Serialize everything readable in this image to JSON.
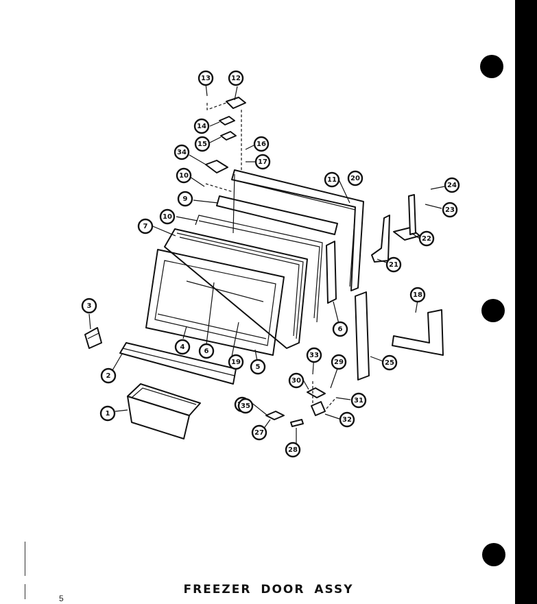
{
  "diagram": {
    "title": "FREEZER DOOR ASSY",
    "page_number": "5",
    "callouts": [
      {
        "label": "1"
      },
      {
        "label": "2"
      },
      {
        "label": "3"
      },
      {
        "label": "4"
      },
      {
        "label": "5"
      },
      {
        "label": "6"
      },
      {
        "label": "6"
      },
      {
        "label": "7"
      },
      {
        "label": "9"
      },
      {
        "label": "10"
      },
      {
        "label": "10"
      },
      {
        "label": "11"
      },
      {
        "label": "12"
      },
      {
        "label": "13"
      },
      {
        "label": "14"
      },
      {
        "label": "15"
      },
      {
        "label": "16"
      },
      {
        "label": "17"
      },
      {
        "label": "18"
      },
      {
        "label": "19"
      },
      {
        "label": "20"
      },
      {
        "label": "21"
      },
      {
        "label": "22"
      },
      {
        "label": "23"
      },
      {
        "label": "24"
      },
      {
        "label": "25"
      },
      {
        "label": "26"
      },
      {
        "label": "27"
      },
      {
        "label": "28"
      },
      {
        "label": "29"
      },
      {
        "label": "30"
      },
      {
        "label": "31"
      },
      {
        "label": "32"
      },
      {
        "label": "33"
      },
      {
        "label": "34"
      },
      {
        "label": "35"
      }
    ]
  }
}
